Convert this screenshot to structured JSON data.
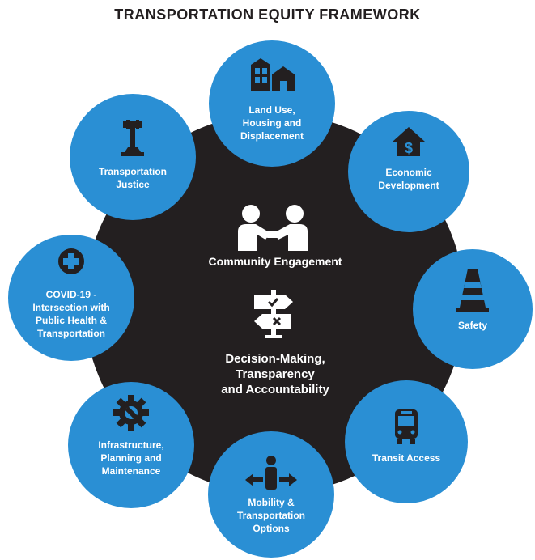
{
  "title": "TRANSPORTATION EQUITY FRAMEWORK",
  "center": {
    "engagement": "Community Engagement",
    "decision": "Decision-Making,\nTransparency\nand Accountability"
  },
  "nodes": [
    {
      "label": "Land Use,\nHousing and\nDisplacement",
      "icon": "houses-icon"
    },
    {
      "label": "Economic\nDevelopment",
      "icon": "house-dollar-icon"
    },
    {
      "label": "Safety",
      "icon": "traffic-cone-icon"
    },
    {
      "label": "Transit Access",
      "icon": "bus-icon"
    },
    {
      "label": "Mobility &\nTransportation\nOptions",
      "icon": "person-arrows-icon"
    },
    {
      "label": "Infrastructure,\nPlanning and\nMaintenance",
      "icon": "gear-wrench-icon"
    },
    {
      "label": "COVID-19 -\nIntersection with\nPublic Health &\nTransportation",
      "icon": "medical-cross-icon"
    },
    {
      "label": "Transportation\nJustice",
      "icon": "gavel-icon"
    }
  ],
  "colors": {
    "node": "#2a8fd4",
    "hub": "#231f20",
    "text": "#ffffff"
  }
}
